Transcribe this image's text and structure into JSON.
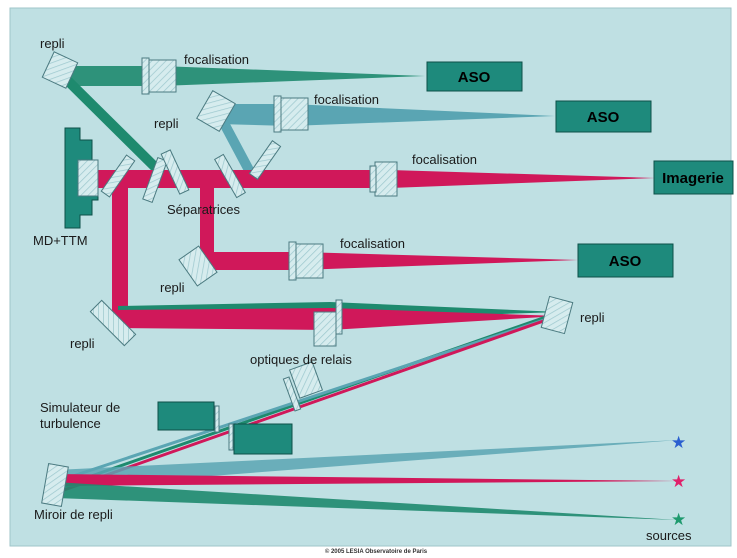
{
  "labels": {
    "repli_top": "repli",
    "focalisation_1": "focalisation",
    "aso_1": "ASO",
    "repli_2": "repli",
    "focalisation_2": "focalisation",
    "aso_2": "ASO",
    "focalisation_3": "focalisation",
    "imagerie": "Imagerie",
    "md_ttm": "MD+TTM",
    "separatrices": "Séparatrices",
    "focalisation_4": "focalisation",
    "aso_3": "ASO",
    "repli_3": "repli",
    "repli_4": "repli",
    "repli_right": "repli",
    "optiques_relais": "optiques de relais",
    "simulateur_line1": "Simulateur de",
    "simulateur_line2": "turbulence",
    "miroir_repli": "Miroir de repli",
    "sources": "sources",
    "copyright": "© 2005 LESIA Observatoire de Paris"
  },
  "colors": {
    "background": "#bfe0e3",
    "green_beam": "#1e8a6e",
    "blue_beam": "#5aa5b3",
    "pink_beam": "#d0185a",
    "box_fill": "#1e8a7c",
    "component_fill": "#d8ecee",
    "star_blue": "#2a5fd0",
    "star_pink": "#e0206a",
    "star_green": "#1e9a6e"
  },
  "stars": [
    {
      "name": "blue-source-star",
      "glyph": "★",
      "color": "#2a5fd0"
    },
    {
      "name": "pink-source-star",
      "glyph": "★",
      "color": "#e0206a"
    },
    {
      "name": "green-source-star",
      "glyph": "★",
      "color": "#1e9a6e"
    }
  ]
}
